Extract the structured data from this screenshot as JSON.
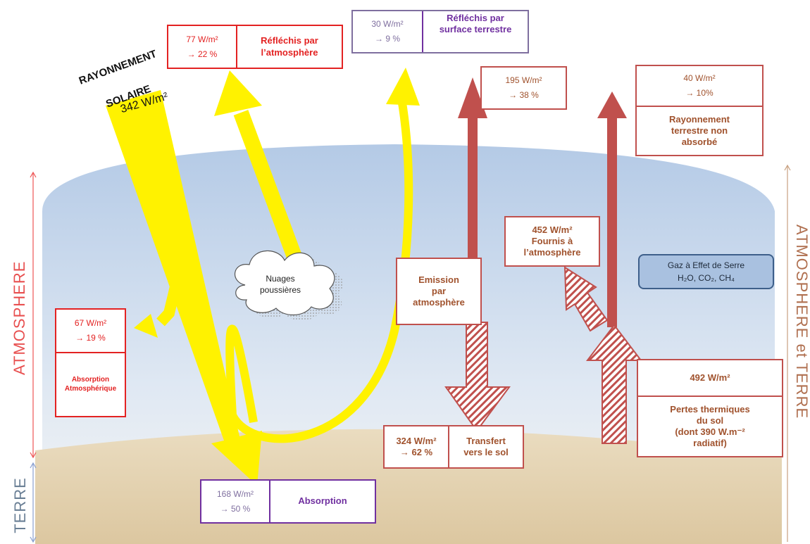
{
  "solar": {
    "title_line1": "RAYONNEMENT",
    "title_line2": "SOLAIRE",
    "value": "342 W/m²"
  },
  "reflected_atmosphere": {
    "value": "77 W/m²",
    "percent": "→ 22 %",
    "label": "Réfléchis  par\nl’atmosphère"
  },
  "reflected_surface": {
    "value": "30 W/m²",
    "percent": "→ 9 %",
    "label": "Réfléchis par\nsurface terrestre"
  },
  "emission_space": {
    "value": "195 W/m²",
    "percent": "→ 38 %"
  },
  "terrestrial_unabsorbed": {
    "value": "40 W/m²",
    "percent": "→ 10%",
    "label": "Rayonnement\nterrestre non\nabsorbé"
  },
  "clouds": {
    "label": "Nuages\npoussières"
  },
  "atmospheric_absorption": {
    "value": "67 W/m²",
    "percent": "→ 19 %",
    "label": "Absorption\nAtmosphérique"
  },
  "emission_atmosphere": {
    "label": "Emission\npar\natmosphère"
  },
  "supplied_atmosphere": {
    "label": "452 W/m²\nFournis à\nl’atmosphère"
  },
  "greenhouse": {
    "line1": "Gaz à Effet de Serre",
    "line2": "H₂O, CO₂, CH₄"
  },
  "ground_loss": {
    "value": "492 W/m²",
    "label": "Pertes thermiques\ndu sol\n(dont 390 W.m⁻²\nradiatif)"
  },
  "transfer_ground": {
    "value": "324 W/m²\n→ 62 %",
    "label": "Transfert\nvers le sol"
  },
  "absorption_ground": {
    "value": "168 W/m²",
    "percent": "→ 50 %",
    "label": "Absorption"
  },
  "side_labels": {
    "left": "ATMOSPHERE",
    "left_bottom": "TERRE",
    "right": "ATMOSPHERE et TERRE"
  },
  "colors": {
    "solar": "#fff200",
    "infrared": "#c0504d",
    "red_box": "#e32222",
    "purple_box": "#7030a0",
    "brown_text": "#a0522d",
    "sky": "#b9cfe8",
    "ground": "#e3d2b0"
  }
}
